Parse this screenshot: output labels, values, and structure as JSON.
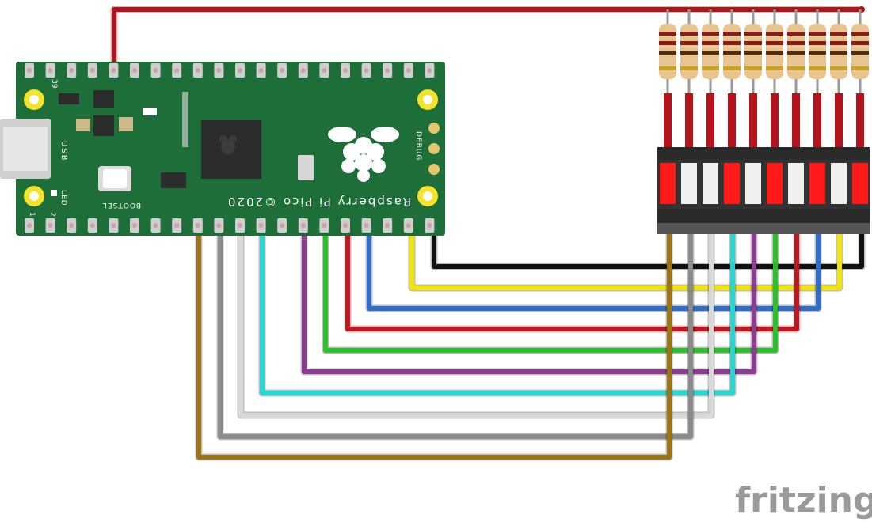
{
  "board": {
    "name": "Raspberry Pi Pico ©2020",
    "pin_top_label": "39",
    "pin_1_label": "1",
    "pin_2_label": "2",
    "usb_label": "USB",
    "led_label": "LED",
    "bootsel_label": "BOOTSEL",
    "debug_label": "DEBUG",
    "color": "#1e6e3a"
  },
  "components": {
    "resistor_count": 10,
    "led_bar_segments": [
      "red",
      "white",
      "white",
      "red",
      "white",
      "red",
      "white",
      "red",
      "white",
      "red"
    ]
  },
  "wires": [
    {
      "name": "vbus",
      "color": "#b3141b"
    },
    {
      "name": "gnd",
      "color": "#111111"
    },
    {
      "name": "yellow",
      "color": "#f2e600"
    },
    {
      "name": "blue",
      "color": "#2f6dc9"
    },
    {
      "name": "red",
      "color": "#c4161c"
    },
    {
      "name": "green",
      "color": "#2cc12a"
    },
    {
      "name": "purple",
      "color": "#8e3c93"
    },
    {
      "name": "cyan",
      "color": "#29d6d0"
    },
    {
      "name": "light-grey",
      "color": "#d9d9d9"
    },
    {
      "name": "grey",
      "color": "#8c8c8c"
    },
    {
      "name": "brown",
      "color": "#9a7415"
    }
  ],
  "watermark": "fritzing"
}
